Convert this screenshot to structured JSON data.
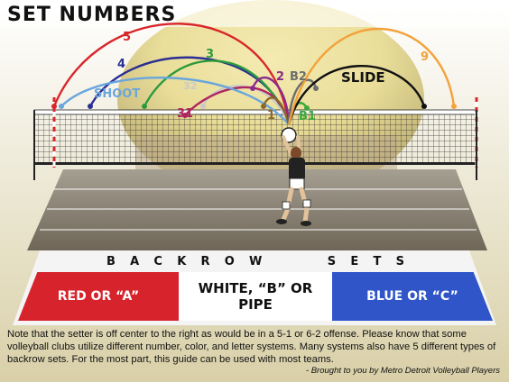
{
  "title": "SET NUMBERS",
  "sets": {
    "s5": {
      "label": "5",
      "color": "#d8262a"
    },
    "s4": {
      "label": "4",
      "color": "#2b2e92"
    },
    "s3": {
      "label": "3",
      "color": "#2c9a3b"
    },
    "s32": {
      "label": "32",
      "color": "#c9c9c9"
    },
    "s2": {
      "label": "2",
      "color": "#8a2a8c"
    },
    "b2": {
      "label": "B2",
      "color": "#6d6d6d"
    },
    "slide": {
      "label": "SLIDE",
      "color": "#111111"
    },
    "s9": {
      "label": "9",
      "color": "#f3a23a"
    },
    "shoot": {
      "label": "SHOOT",
      "color": "#6aa6dc"
    },
    "s31": {
      "label": "31",
      "color": "#b0245f"
    },
    "s1": {
      "label": "1",
      "color": "#8a6a2a"
    },
    "b1": {
      "label": "B1",
      "color": "#3aa83a"
    }
  },
  "backrow": {
    "banner": [
      "B",
      "A",
      "C",
      "K",
      "R",
      "O",
      "W",
      "S",
      "E",
      "T",
      "S"
    ],
    "zones": {
      "red": {
        "label": "RED OR “A”",
        "color": "#d7232c"
      },
      "white": {
        "label": "WHITE, “B” OR PIPE",
        "color": "#ffffff"
      },
      "blue": {
        "label": "BLUE OR “C”",
        "color": "#2f55c9"
      }
    }
  },
  "note": "Note that the setter is off center to the right as would be in a 5-1 or 6-2 offense.  Please know that some volleyball clubs utilize different number, color, and letter systems.  Many systems also have 5 different types of backrow sets.  For the most part, this guide can be used with most teams.",
  "credit": "- Brought to you by Metro Detroit Volleyball Players"
}
